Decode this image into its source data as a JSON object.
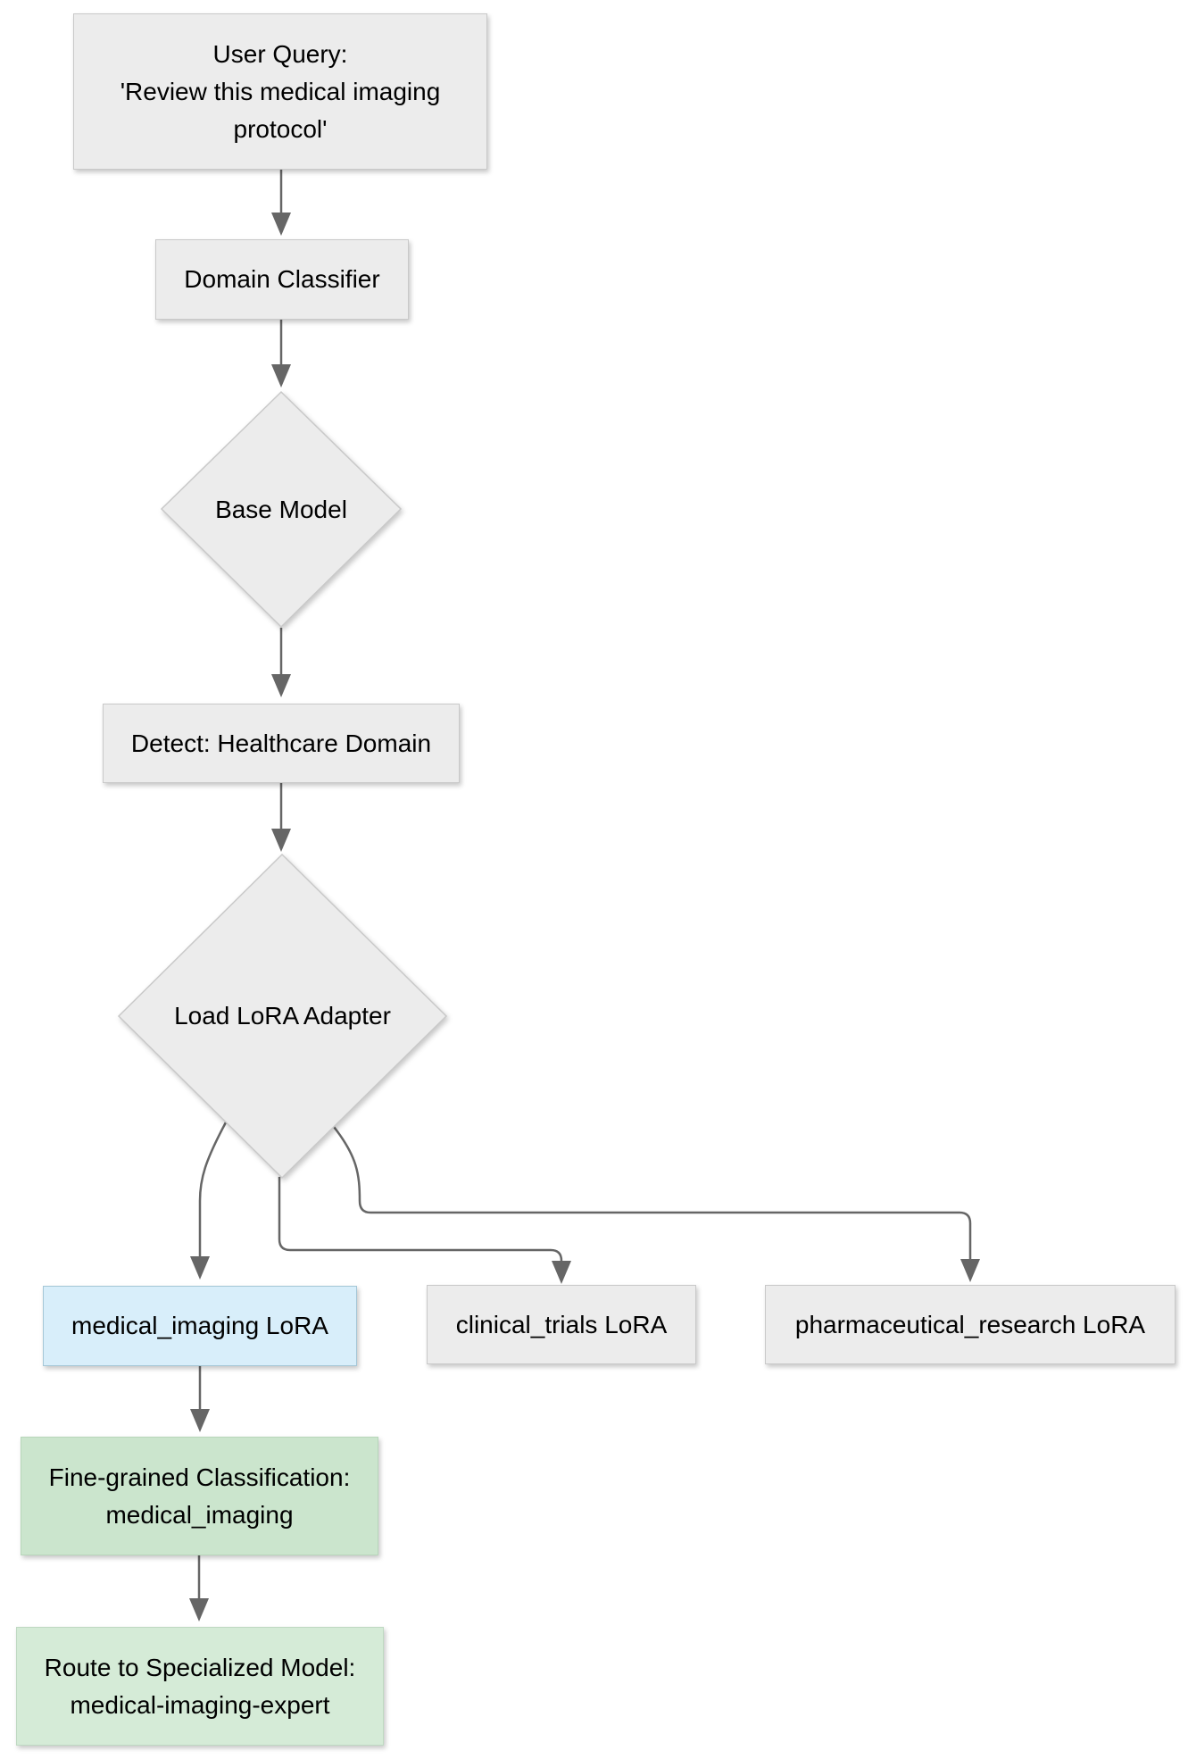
{
  "diagram": {
    "nodes": {
      "user_query": {
        "lines": [
          "User Query:",
          "'Review this medical imaging",
          "protocol'"
        ]
      },
      "domain_classifier": {
        "label": "Domain Classifier"
      },
      "base_model": {
        "label": "Base Model"
      },
      "detect_domain": {
        "label": "Detect: Healthcare Domain"
      },
      "load_lora": {
        "label": "Load LoRA Adapter"
      },
      "medical_imaging_lora": {
        "label": "medical_imaging LoRA"
      },
      "clinical_trials_lora": {
        "label": "clinical_trials LoRA"
      },
      "pharmaceutical_research_lora": {
        "label": "pharmaceutical_research LoRA"
      },
      "fine_grained": {
        "lines": [
          "Fine-grained Classification:",
          "medical_imaging"
        ]
      },
      "route": {
        "lines": [
          "Route to Specialized Model:",
          "medical-imaging-expert"
        ]
      }
    },
    "colors": {
      "node_gray_fill": "#ececec",
      "node_gray_border": "#c9c9c9",
      "blue_fill": "#d8eefa",
      "blue_border": "#a5c7d7",
      "green_fill": "#cbe5cd",
      "green_border": "#b7d6ba",
      "green_light_fill": "#d5ebd7",
      "green_light_border": "#bfd9c2",
      "edge": "#666666",
      "text": "#000000"
    }
  }
}
